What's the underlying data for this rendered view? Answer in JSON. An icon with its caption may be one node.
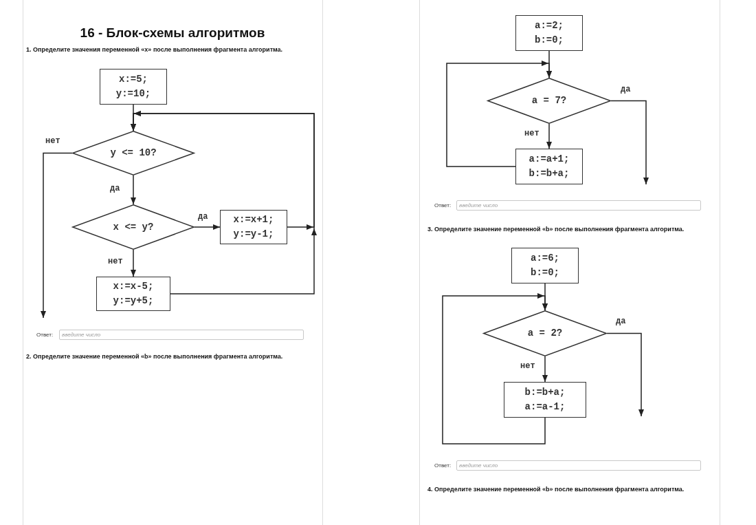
{
  "diagram": {
    "title": "16 - Блок-схемы алгоритмов",
    "nodes": [
      {
        "text": [
          "x:=5; y:=10;"
        ]
      },
      {
        "text": [
          "y <= 10?"
        ]
      },
      {
        "text": [
          "x <= y?"
        ]
      },
      {
        "text": [
          "x:=x+1; y:=y-1;"
        ]
      },
      {
        "text": [
          "x:=x-5; y:=y+5;"
        ]
      },
      {
        "text": [
          "a:=2; b:=0;"
        ]
      },
      {
        "text": [
          "a = 7?"
        ]
      },
      {
        "text": [
          "a:=a+1; b:=b+a;"
        ]
      },
      {
        "text": [
          "a:=6; b:=0;"
        ]
      },
      {
        "text": [
          "a = 2?"
        ]
      },
      {
        "text": [
          "b:=b+a; a:=a-1;"
        ]
      }
    ],
    "edges": [
      {
        "from": 0,
        "to": 1,
        "arrow": "to"
      },
      {
        "from": 1,
        "to": 2,
        "arrow": "to",
        "label": "да"
      },
      {
        "from": 1,
        "to": null,
        "arrow": "to",
        "label": "нет"
      },
      {
        "from": 2,
        "to": 3,
        "arrow": "to",
        "label": "да"
      },
      {
        "from": 2,
        "to": 4,
        "arrow": "to",
        "label": "нет"
      },
      {
        "from": 3,
        "to": 1,
        "arrow": "to"
      },
      {
        "from": 4,
        "to": 1,
        "arrow": "to"
      },
      {
        "from": 5,
        "to": 6,
        "arrow": "to"
      },
      {
        "from": 6,
        "to": 7,
        "arrow": "to",
        "label": "нет"
      },
      {
        "from": 7,
        "to": 6,
        "arrow": "to"
      },
      {
        "from": 6,
        "to": null,
        "arrow": "to",
        "label": "да"
      },
      {
        "from": 8,
        "to": 9,
        "arrow": "to"
      },
      {
        "from": 9,
        "to": 10,
        "arrow": "to",
        "label": "нет"
      },
      {
        "from": 10,
        "to": 9,
        "arrow": "to"
      },
      {
        "from": 9,
        "to": null,
        "arrow": "to",
        "label": "да"
      }
    ],
    "labels": [
      "1. Определите значения переменной «x» после выполнения фрагмента алгоритма.",
      "Ответ:",
      "введите число",
      "2. Определите значение переменной «b» после выполнения фрагмента алгоритма.",
      "Ответ:",
      "введите число",
      "3. Определите значение переменной «b» после выполнения фрагмента алгоритма.",
      "Ответ:",
      "введите число",
      "4. Определите значение переменной «b» после выполнения фрагмента алгоритма."
    ]
  }
}
